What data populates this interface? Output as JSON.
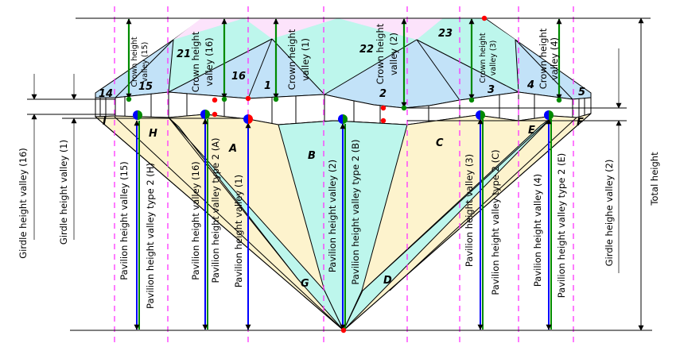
{
  "colors": {
    "pink_star": "#fce3fb",
    "cyan_kite": "#bdf6ec",
    "blue_crown": "#c2e2f8",
    "yellow_pavilion": "#fdf3cd",
    "green_arrow": "#008a00",
    "blue_arrow": "#0000ff",
    "red_point": "#ff0000",
    "magenta_guide": "#ff33ff"
  },
  "crown": {
    "v15": [
      "Crown height",
      "valley (15)"
    ],
    "v16": [
      "Crown height",
      "valley (16)"
    ],
    "v1": [
      "Crown height",
      "valley (1)"
    ],
    "v2": [
      "Crown height",
      "valley (2)"
    ],
    "v3": [
      "Crown height",
      "valley (3)"
    ],
    "v4": [
      "Crown height",
      "valley (4)"
    ]
  },
  "pavilion": {
    "v15": "Pavilion height valley (15)",
    "t2H": "Pavilion height valley type 2 (H)",
    "v16": "Pavilion height valley (16)",
    "t2A": "Pavilion height valley type 2 (A)",
    "v1": "Pavilion height valley (1)",
    "v2": "Pavilion height valley (2)",
    "t2B": "Pavilion height valley type 2 (B)",
    "v3": "Pavilion height valley (3)",
    "t2C": "Pavilion height  valley type 2  (C)",
    "v4": "Pavilion height valley (4)",
    "t2E": "Pavilion height  valley type 2 (E)"
  },
  "girdle": {
    "v16": "Girdle height valley (16)",
    "v1": "Girdle height valley (1)",
    "v2": "Girdle heighe valley (2)"
  },
  "total_height": "Total height",
  "facets": {
    "f14": "14",
    "f15": "15",
    "f21": "21",
    "f16": "16",
    "f1": "1",
    "f22": "22",
    "f2": "2",
    "f23": "23",
    "f3": "3",
    "f4": "4",
    "f5": "5",
    "I": "I",
    "H": "H",
    "A": "A",
    "B": "B",
    "C": "C",
    "E": "E",
    "F": "F",
    "G": "G",
    "D": "D"
  }
}
